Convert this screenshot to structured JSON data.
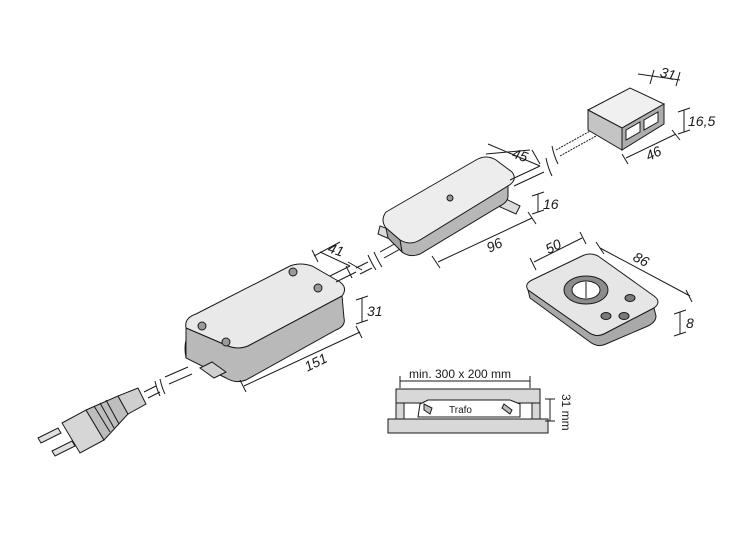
{
  "dimensions": {
    "plug_unit": {
      "width": "41",
      "height": "31",
      "length": "151"
    },
    "driver_box": {
      "width": "45",
      "height": "16",
      "length": "96"
    },
    "junction_box": {
      "width": "31",
      "height": "16,5",
      "length": "46"
    },
    "remote": {
      "width": "50",
      "length": "86",
      "height": "8"
    }
  },
  "installation": {
    "cutout_label": "min. 300 x 200 mm",
    "depth_label": "31 mm",
    "unit_label": "Trafo"
  },
  "colors": {
    "line": "#1a1a1a",
    "housing_light": "#e9e9e9",
    "housing_mid": "#c9c9c9",
    "housing_dark": "#9a9a9a",
    "board": "#d8d8d8"
  }
}
